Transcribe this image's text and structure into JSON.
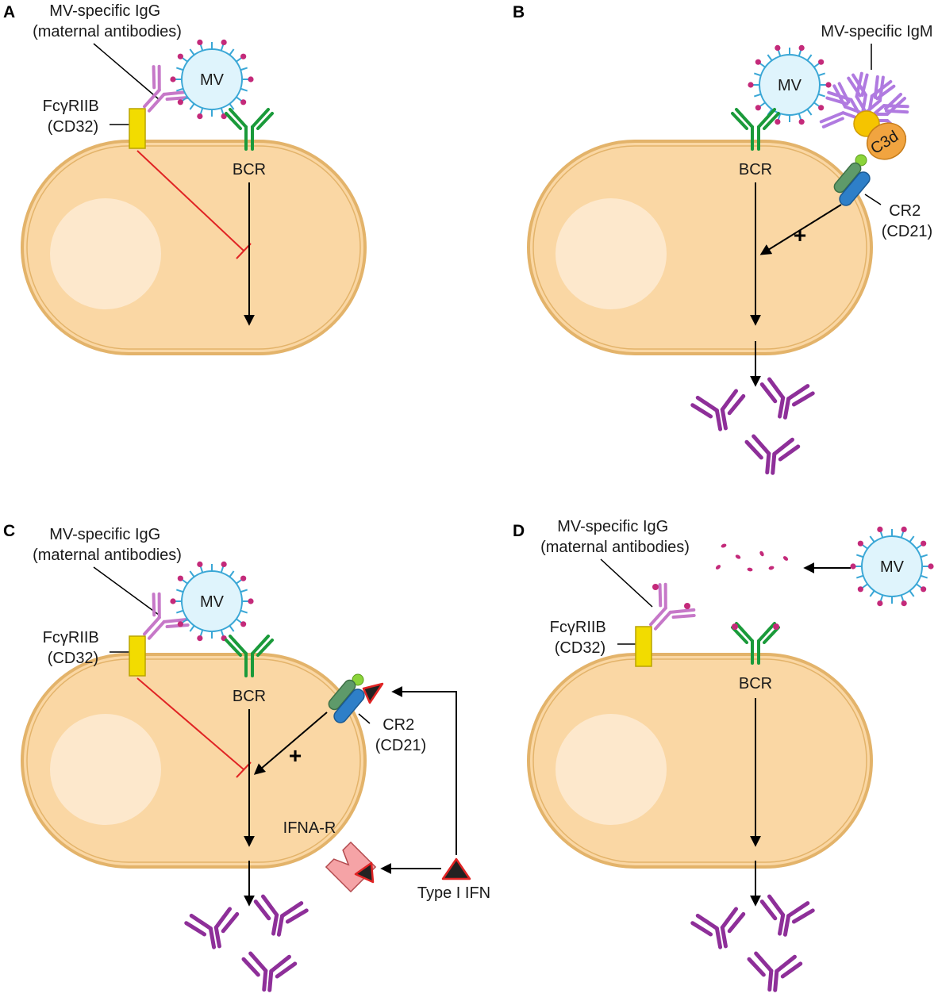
{
  "colors": {
    "cell_fill": "#fad7a4",
    "cell_stroke": "#e3b36a",
    "nucleus": "#fde8cc",
    "bcr": "#1a9a3a",
    "igg_maternal": "#c678c8",
    "igm": "#b07ae0",
    "secreted_antibody": "#8e2f99",
    "fc_receptor": "#f2dc00",
    "cr2_blue": "#2e7fc8",
    "cr2_green": "#5e9a6a",
    "c3d": "#f1a440",
    "inhibition": "#e02424",
    "virus_fill": "#dff4fc",
    "virus_spike": "#3aa7d6",
    "virus_tip": "#c42a7a",
    "ifnar": "#f5a3a6"
  },
  "icons": [
    "virus-icon",
    "antibody-icon",
    "receptor-icon",
    "ifn-triangle-icon"
  ],
  "panels": {
    "a": {
      "letter": "A",
      "igg_label": [
        "MV-specific IgG",
        "(maternal antibodies)"
      ],
      "fc_label": [
        "FcγRIIB",
        "(CD32)"
      ],
      "virus": "MV",
      "bcr": "BCR"
    },
    "b": {
      "letter": "B",
      "igm_label": "MV-specific IgM",
      "virus": "MV",
      "c3d": "C3d",
      "bcr": "BCR",
      "cr2_label": [
        "CR2",
        "(CD21)"
      ],
      "plus": "+"
    },
    "c": {
      "letter": "C",
      "igg_label": [
        "MV-specific IgG",
        "(maternal antibodies)"
      ],
      "fc_label": [
        "FcγRIIB",
        "(CD32)"
      ],
      "virus": "MV",
      "bcr": "BCR",
      "cr2_label": [
        "CR2",
        "(CD21)"
      ],
      "plus": "+",
      "ifnar": "IFNA-R",
      "ifn": "Type I IFN"
    },
    "d": {
      "letter": "D",
      "igg_label": [
        "MV-specific IgG",
        "(maternal antibodies)"
      ],
      "fc_label": [
        "FcγRIIB",
        "(CD32)"
      ],
      "virus": "MV",
      "bcr": "BCR"
    }
  }
}
